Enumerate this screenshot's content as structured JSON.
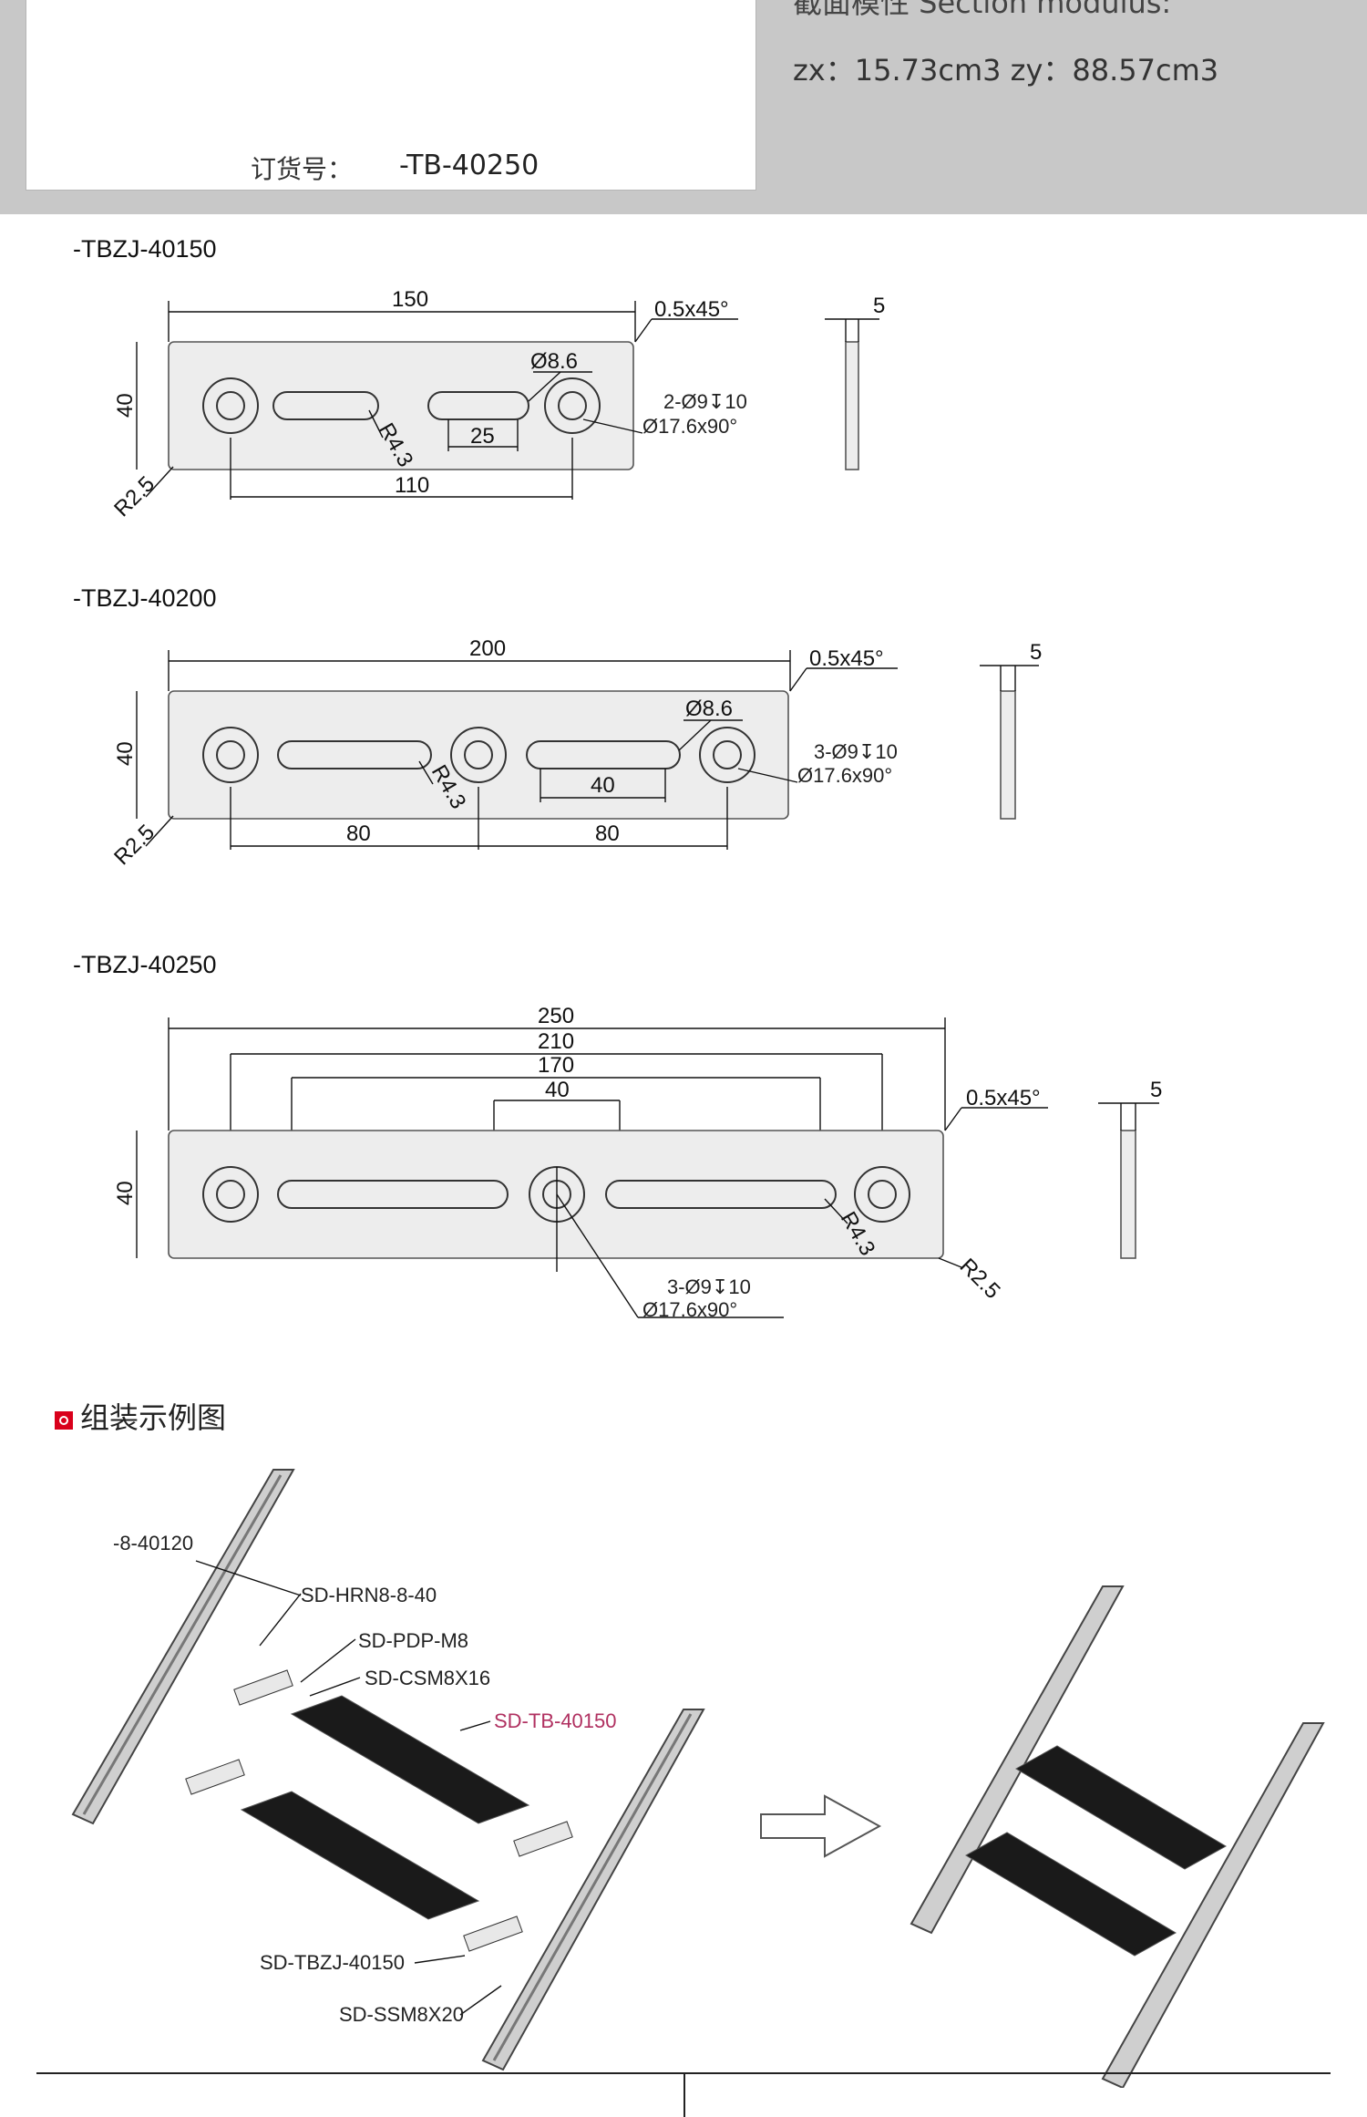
{
  "header": {
    "order_label": "订货号：",
    "order_value": "-TB-40250",
    "section_modulus_label": "截面模性 Section modulus:",
    "modulus_values": "zx：15.73cm3  zy：88.57cm3"
  },
  "drawings": [
    {
      "title": "-TBZJ-40150",
      "overall": "150",
      "height": "40",
      "chamfer": "0.5x45°",
      "hole_dia": "Ø8.6",
      "slot_radius": "R4.3",
      "slot_width": "25",
      "pitch": "110",
      "corner": "R2.5",
      "holes_line1": "2-Ø9↧10",
      "holes_line2": "Ø17.6x90°",
      "thickness": "5"
    },
    {
      "title": "-TBZJ-40200",
      "overall": "200",
      "height": "40",
      "chamfer": "0.5x45°",
      "hole_dia": "Ø8.6",
      "slot_radius": "R4.3",
      "slot_width": "40",
      "pitch_left": "80",
      "pitch_right": "80",
      "corner": "R2.5",
      "holes_line1": "3-Ø9↧10",
      "holes_line2": "Ø17.6x90°",
      "thickness": "5"
    },
    {
      "title": "-TBZJ-40250",
      "overall": "250",
      "span2": "210",
      "span3": "170",
      "span4": "40",
      "height": "40",
      "chamfer": "0.5x45°",
      "slot_radius": "R4.3",
      "corner": "R2.5",
      "holes_line1": "3-Ø9↧10",
      "holes_line2": "Ø17.6x90°",
      "thickness": "5"
    }
  ],
  "assembly": {
    "heading": "组装示例图",
    "labels": {
      "profile": "-8-40120",
      "nut": "SD-HRN8-8-40",
      "plate": "SD-PDP-M8",
      "screw1": "SD-CSM8X16",
      "tread": "SD-TB-40150",
      "bracket": "SD-TBZJ-40150",
      "screw2": "SD-SSM8X20"
    },
    "accent_color": "#b03060"
  }
}
